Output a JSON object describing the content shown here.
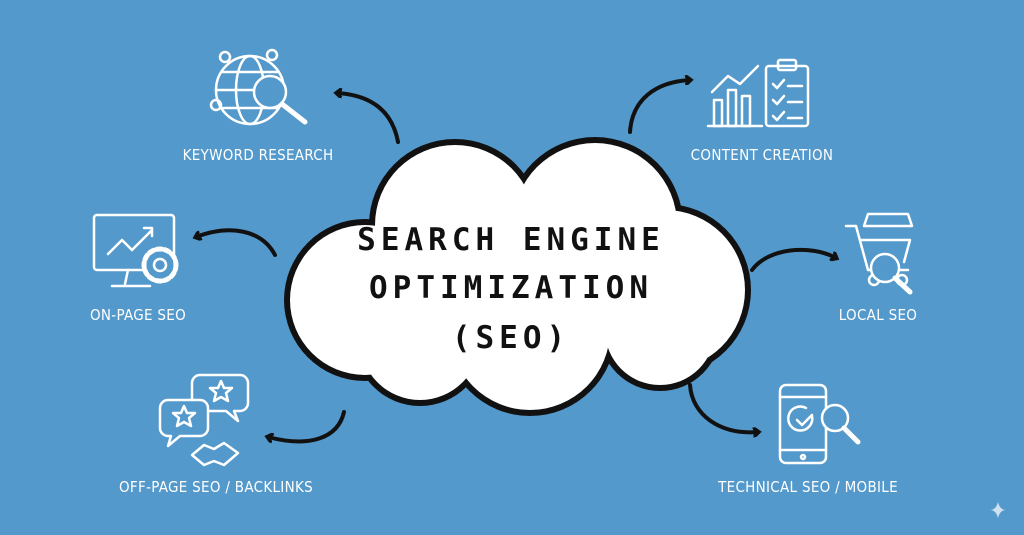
{
  "colors": {
    "background": "#5499cb",
    "cloud": "#ffffff",
    "outline": "#111111",
    "labels": "#ffffff"
  },
  "center": {
    "line1": "SEARCH ENGINE",
    "line2": "OPTIMIZATION",
    "line3": "(SEO)"
  },
  "nodes": [
    {
      "label": "KEYWORD RESEARCH",
      "icon": "globe-search-icon"
    },
    {
      "label": "CONTENT CREATION",
      "icon": "chart-clipboard-icon"
    },
    {
      "label": "ON-PAGE SEO",
      "icon": "monitor-gear-icon"
    },
    {
      "label": "LOCAL SEO",
      "icon": "cart-search-icon"
    },
    {
      "label": "OFF-PAGE SEO / BACKLINKS",
      "icon": "chat-handshake-icon"
    },
    {
      "label": "TECHNICAL SEO / MOBILE",
      "icon": "phone-search-icon"
    }
  ]
}
